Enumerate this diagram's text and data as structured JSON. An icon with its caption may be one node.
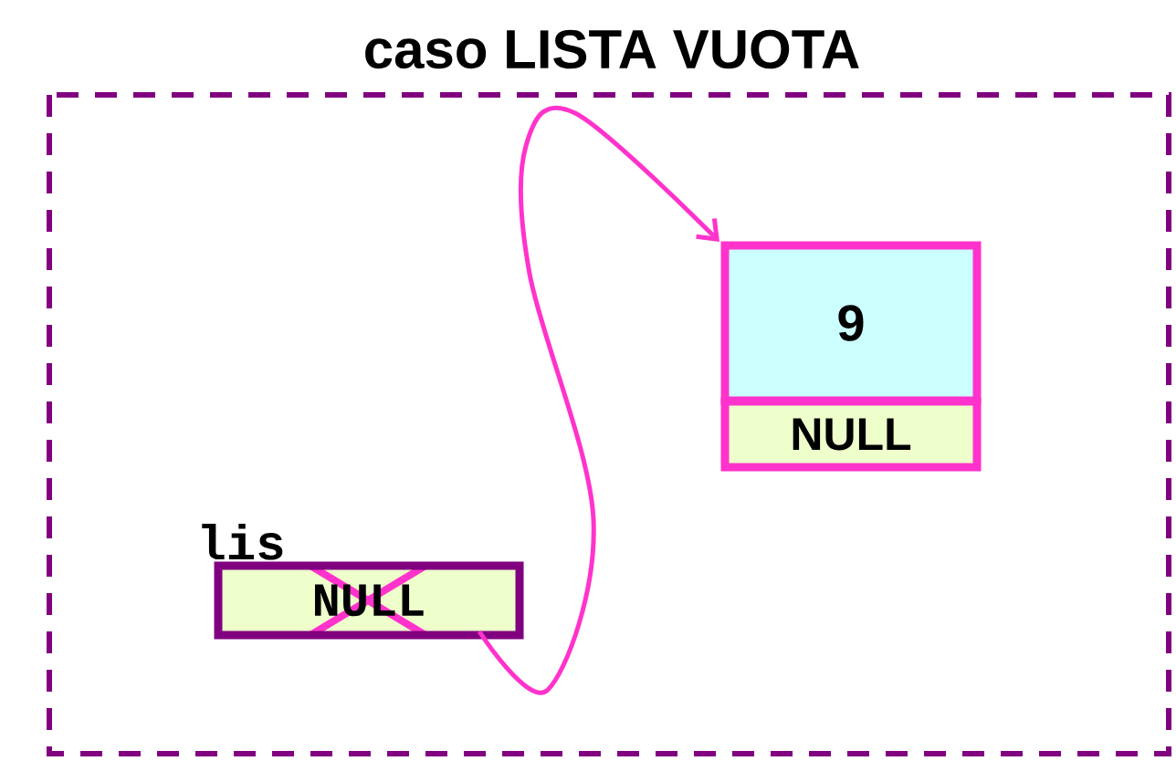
{
  "diagram": {
    "title": "caso LISTA VUOTA",
    "nodes": [
      {
        "text": [
          "NULL"
        ],
        "beside": [
          "lis"
        ]
      },
      {
        "text": [
          "9"
        ]
      },
      {
        "text": [
          "NULL"
        ]
      }
    ],
    "edges": [
      {
        "from": 0,
        "to": 1,
        "arrow": "to",
        "color": "#ff33cc"
      }
    ]
  }
}
